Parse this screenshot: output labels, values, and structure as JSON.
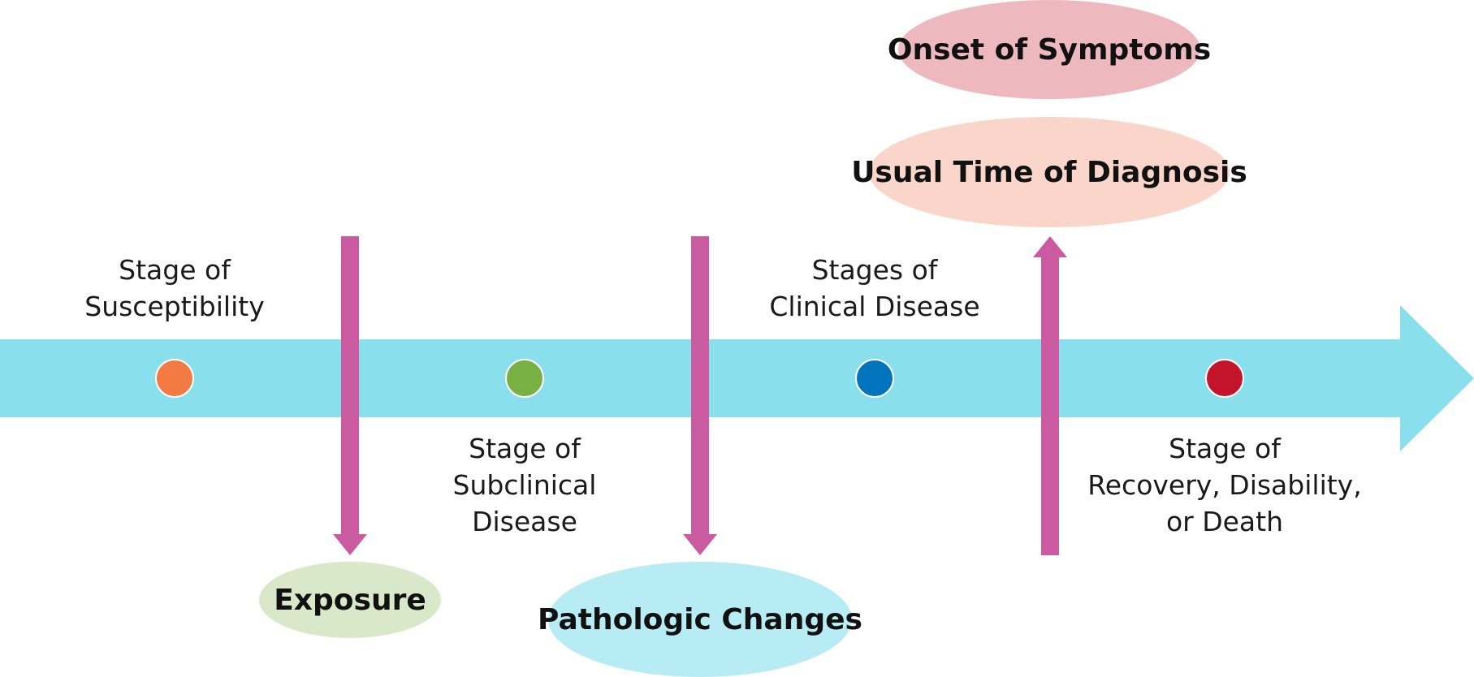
{
  "colors": {
    "timeline": "#89e0ec",
    "event_arrow": "#cb5ba1",
    "text": "#1a1a1a",
    "dot_susceptibility": "#f47a44",
    "dot_subclinical": "#77b043",
    "dot_clinical": "#0075be",
    "dot_outcome": "#c4142b",
    "bubble_exposure": "#d8e8c8",
    "bubble_pathologic": "#b7ecf4",
    "bubble_symptoms": "#edb9be",
    "bubble_diagnosis": "#f9d6c9"
  },
  "stages": [
    {
      "id": "susceptibility",
      "lines": [
        "Stage of",
        "Susceptibility"
      ]
    },
    {
      "id": "subclinical",
      "lines": [
        "Stage of",
        "Subclinical",
        "Disease"
      ]
    },
    {
      "id": "clinical",
      "lines": [
        "Stages of",
        "Clinical Disease"
      ]
    },
    {
      "id": "outcome",
      "lines": [
        "Stage of",
        "Recovery, Disability,",
        "or Death"
      ]
    }
  ],
  "events": {
    "exposure": "Exposure",
    "pathologic_changes": "Pathologic Changes",
    "onset_of_symptoms": "Onset of Symptoms",
    "usual_time_of_diagnosis": "Usual Time of Diagnosis"
  }
}
